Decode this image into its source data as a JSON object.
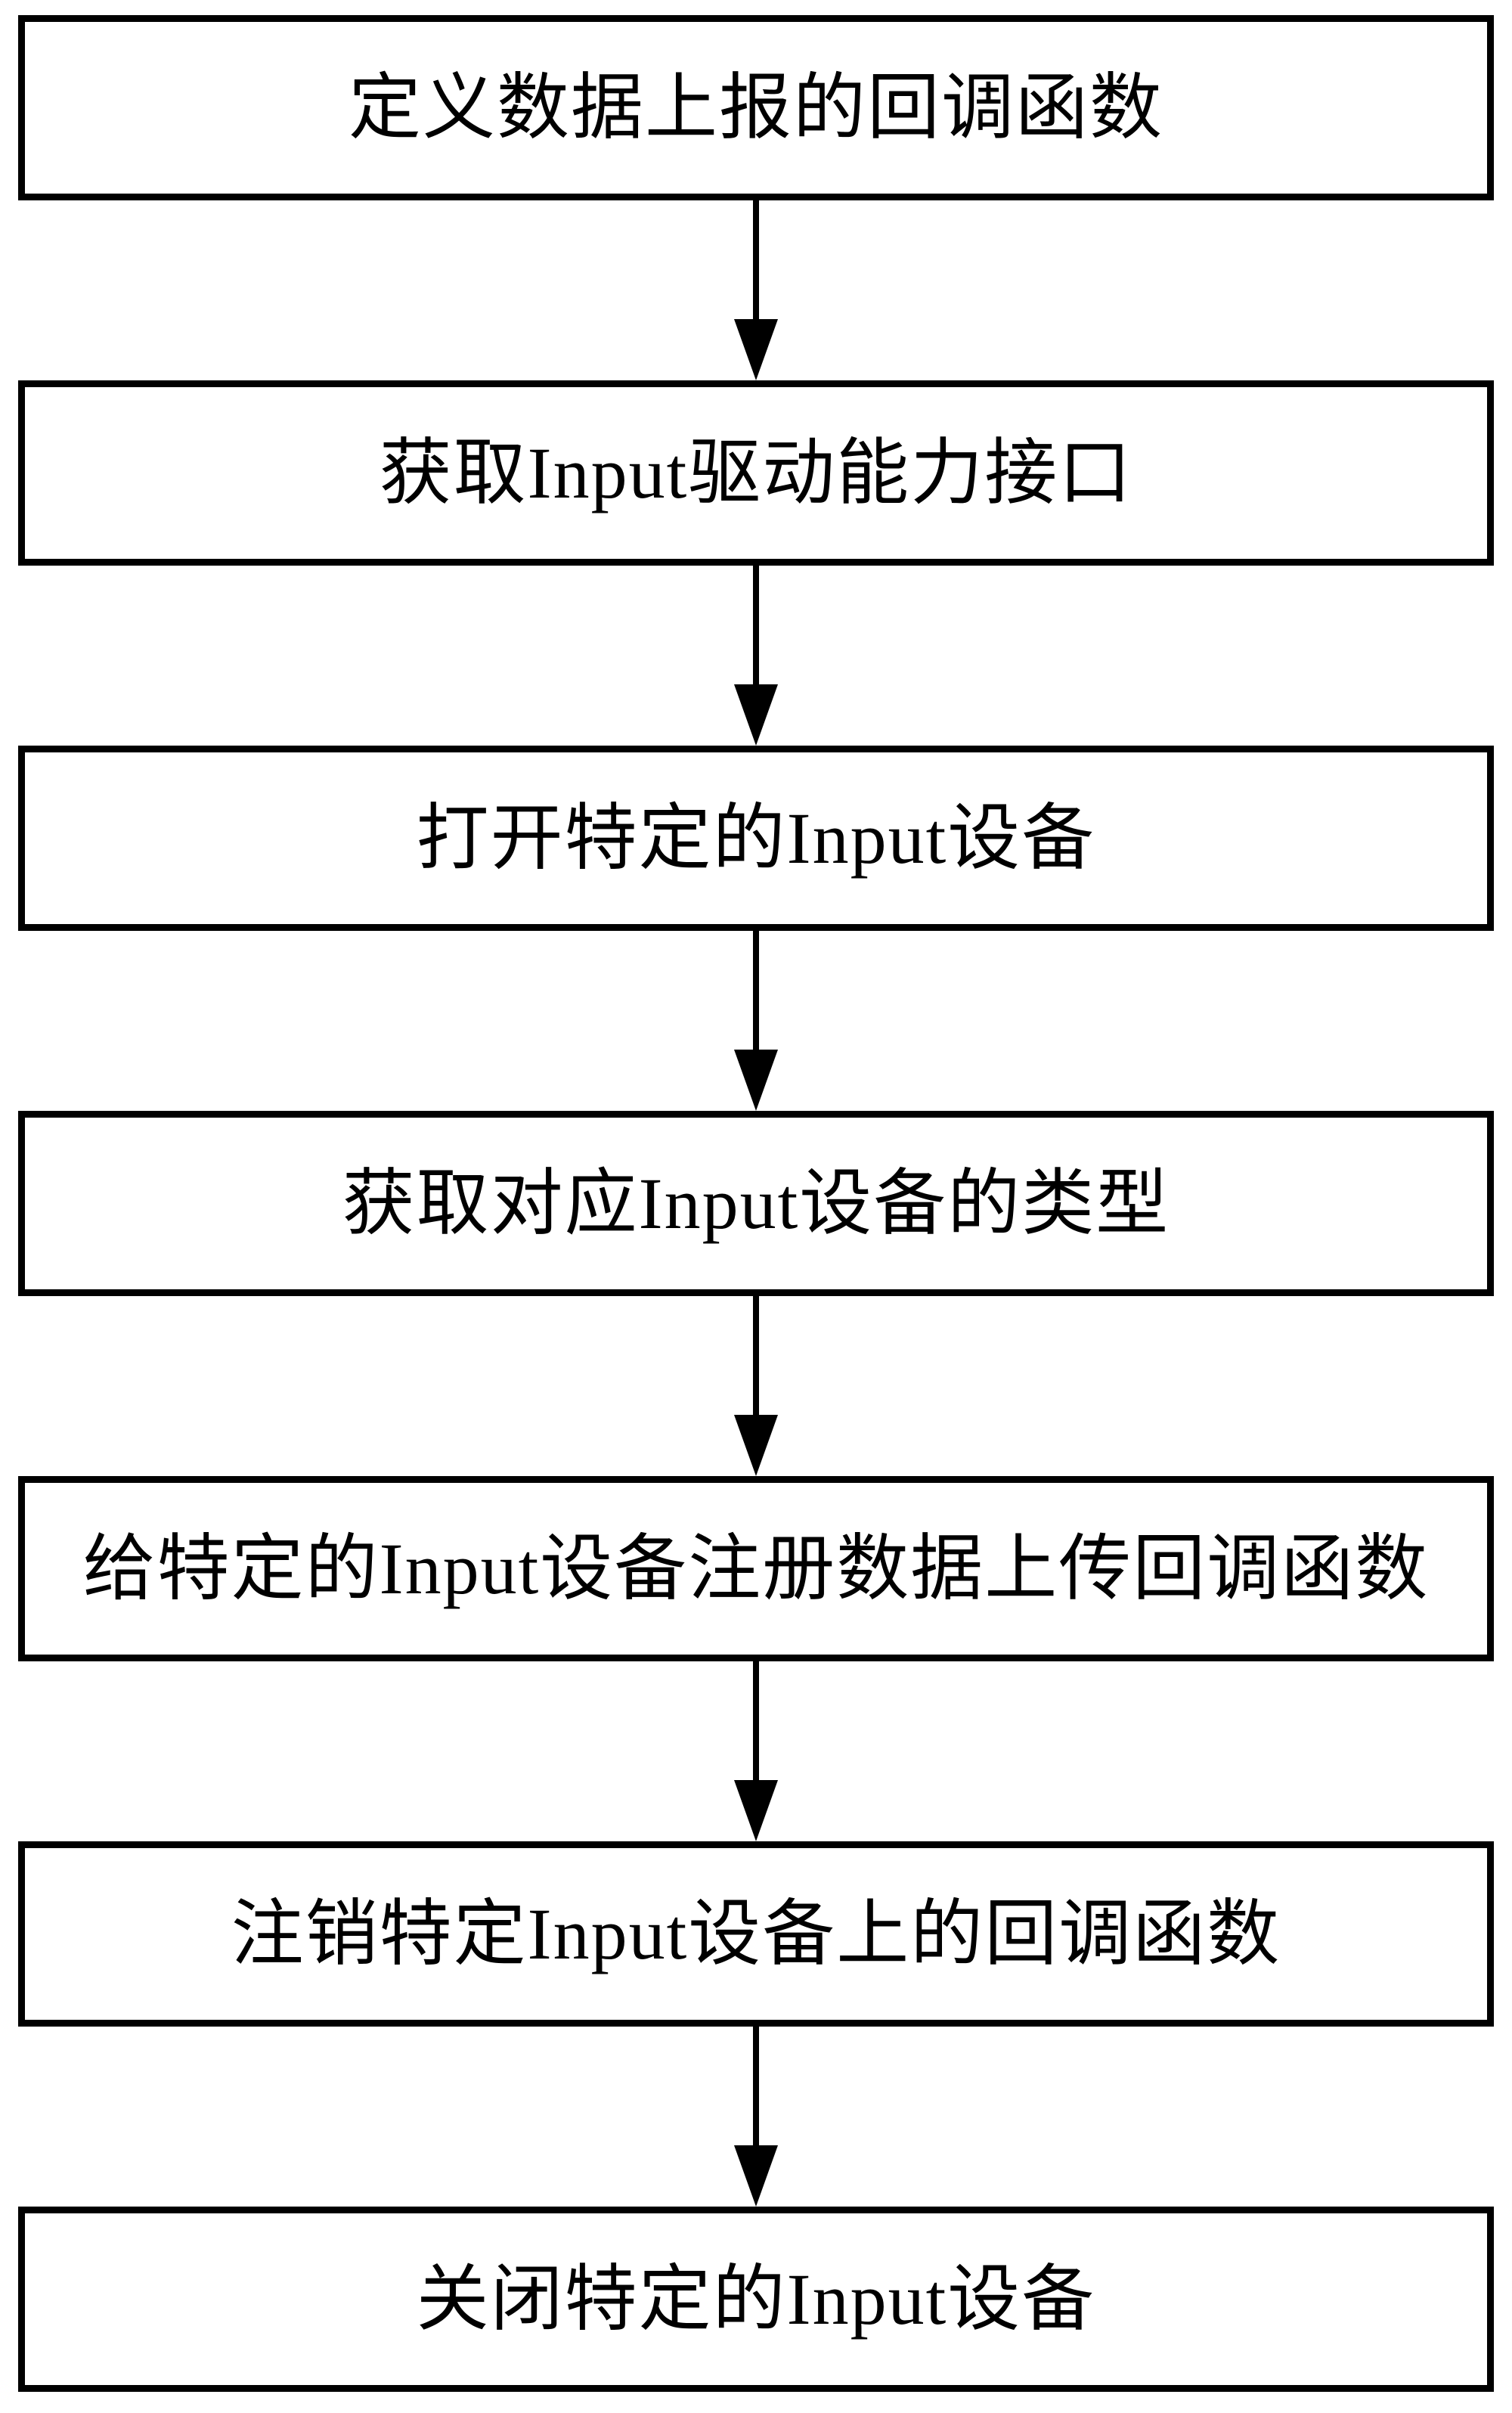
{
  "flowchart": {
    "type": "vertical-flow",
    "colors": {
      "border": "#000000",
      "background": "#ffffff",
      "text": "#000000",
      "arrow": "#000000"
    },
    "steps": [
      {
        "label": "定义数据上报的回调函数"
      },
      {
        "label": "获取Input驱动能力接口"
      },
      {
        "label": "打开特定的Input设备"
      },
      {
        "label": "获取对应Input设备的类型"
      },
      {
        "label": "给特定的Input设备注册数据上传回调函数"
      },
      {
        "label": "注销特定Input设备上的回调函数"
      },
      {
        "label": "关闭特定的Input设备"
      }
    ]
  }
}
